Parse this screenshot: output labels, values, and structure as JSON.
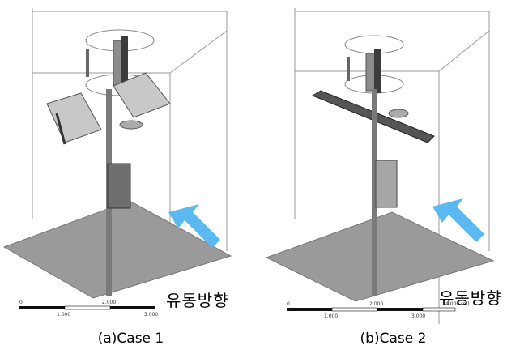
{
  "panels": [
    {
      "caption": "(a)Case 1",
      "flow_label": "유동방향",
      "scale_ticks_top": [
        "0",
        "2.000"
      ],
      "scale_ticks_bottom": [
        "1.000",
        "3.000"
      ]
    },
    {
      "caption": "(b)Case 2",
      "flow_label": "유동방향",
      "scale_ticks_top": [
        "0",
        "2.000",
        "4.000 (m)"
      ],
      "scale_ticks_bottom": [
        "1.000",
        "3.000"
      ]
    }
  ],
  "colors": {
    "ground": "#9a9a9a",
    "arrow": "#5ab9f0",
    "pole": "#7a7a7a",
    "panel": "#c8c8c8",
    "box": "#6e6e6e"
  },
  "icons": {
    "flow_arrow": "flow-direction-arrow-icon"
  }
}
